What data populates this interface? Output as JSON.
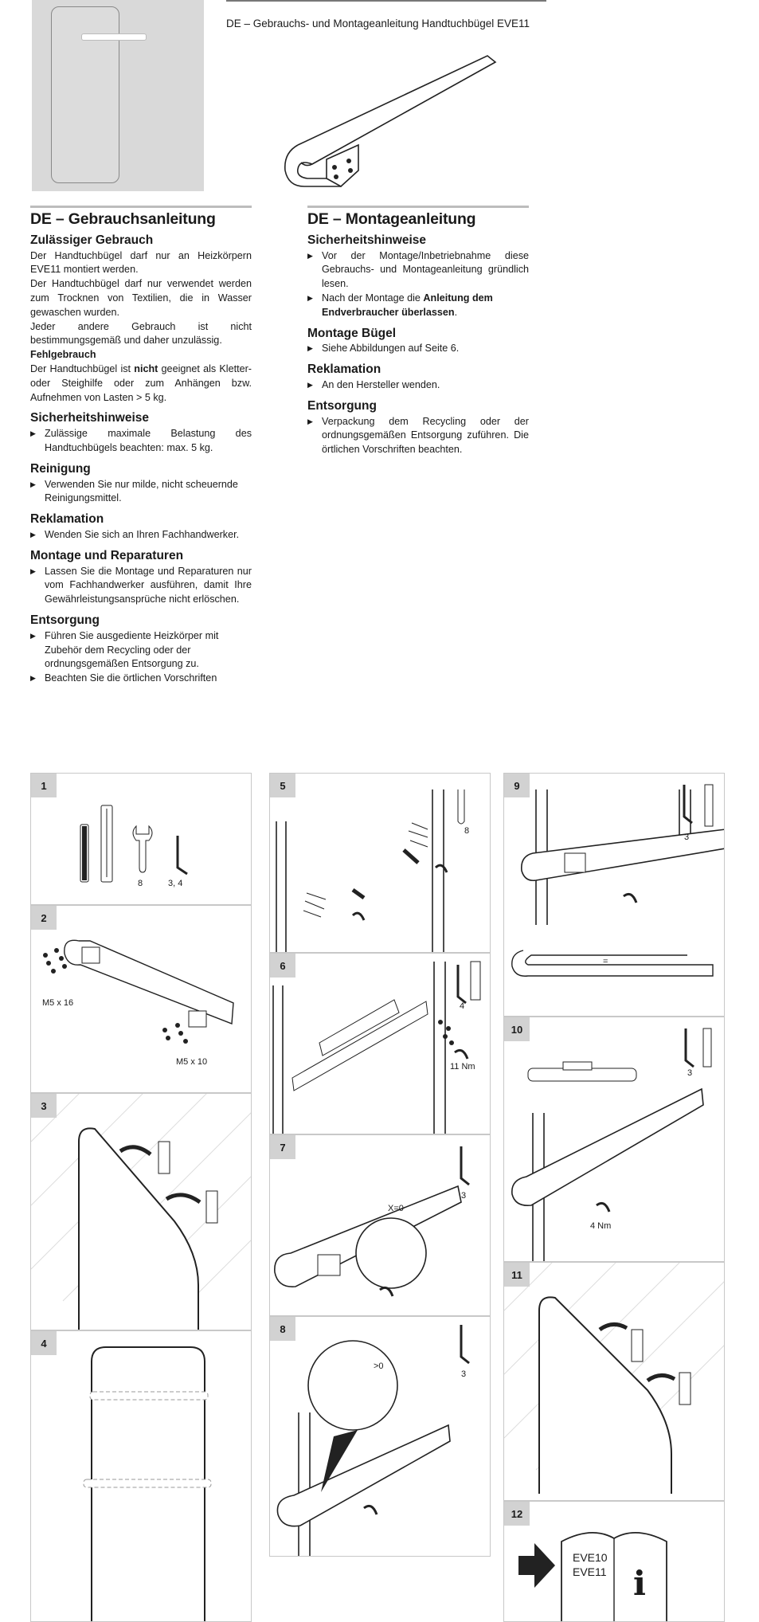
{
  "header": {
    "title": "DE  –  Gebrauchs- und Montageanleitung Handtuchbügel EVE11"
  },
  "left": {
    "title": "DE – Gebrauchsanleitung",
    "s1": {
      "heading": "Zulässiger Gebrauch",
      "p1": "Der Handtuchbügel darf nur an Heizkörpern EVE11 montiert werden.",
      "p2": "Der Handtuchbügel darf nur verwendet werden zum Trocknen von Textilien, die in Wasser gewaschen wurden.",
      "p3": "Jeder andere Gebrauch ist nicht bestimmungsgemäß und daher unzulässig.",
      "sub": "Fehlgebrauch",
      "p4a": "Der Handtuchbügel ist ",
      "p4b": "nicht",
      "p4c": " geeignet als Kletter- oder Steighilfe oder zum Anhängen bzw. Aufnehmen von Lasten > 5 kg."
    },
    "s2": {
      "heading": "Sicherheitshinweise",
      "b1": "Zulässige maximale Belastung des Handtuchbügels beachten: max. 5 kg."
    },
    "s3": {
      "heading": "Reinigung",
      "b1": "Verwenden Sie nur milde, nicht scheuernde Reinigungsmittel."
    },
    "s4": {
      "heading": "Reklamation",
      "b1": "Wenden Sie sich an Ihren Fachhandwerker."
    },
    "s5": {
      "heading": "Montage und Reparaturen",
      "b1": "Lassen Sie die Montage und Reparaturen nur vom Fachhandwerker ausführen, damit Ihre Gewährleistungsansprüche nicht erlöschen."
    },
    "s6": {
      "heading": "Entsorgung",
      "b1": "Führen Sie ausgediente Heizkörper mit Zubehör dem Recycling oder der ordnungsgemäßen Entsorgung zu.",
      "b2": "Beachten Sie die örtlichen Vorschriften"
    }
  },
  "right": {
    "title": "DE – Montageanleitung",
    "s1": {
      "heading": "Sicherheitshinweise",
      "b1": "Vor der Montage/Inbetriebnahme diese Gebrauchs- und Montageanleitung gründlich lesen.",
      "b2a": "Nach der Montage die ",
      "b2b": "Anleitung dem Endverbraucher überlassen",
      "b2c": "."
    },
    "s2": {
      "heading": "Montage Bügel",
      "b1": "Siehe Abbildungen auf Seite 6."
    },
    "s3": {
      "heading": "Reklamation",
      "b1": "An den Hersteller wenden."
    },
    "s4": {
      "heading": "Entsorgung",
      "b1": "Verpackung dem Recycling oder der ordnungsgemäßen Entsorgung zuführen. Die örtlichen Vorschriften beachten."
    }
  },
  "figures": {
    "n1": "1",
    "n2": "2",
    "n3": "3",
    "n4": "4",
    "n5": "5",
    "n6": "6",
    "n7": "7",
    "n8": "8",
    "n9": "9",
    "n10": "10",
    "n11": "11",
    "n12": "12",
    "f1_wrench": "8",
    "f1_key": "3, 4",
    "f2_top": "M5 x 16",
    "f2_bottom": "M5 x 10",
    "f5_wrench": "8",
    "f6_key": "4",
    "f6_torque": "11 Nm",
    "f7_key": "3",
    "f7_x": "X=0",
    "f8_key": "3",
    "f8_gap": ">0",
    "f9_key": "3",
    "f9_eq": "=",
    "f10_key": "3",
    "f10_torque": "4 Nm",
    "f12_line1": "EVE10",
    "f12_line2": "EVE11",
    "f12_info": "i"
  }
}
